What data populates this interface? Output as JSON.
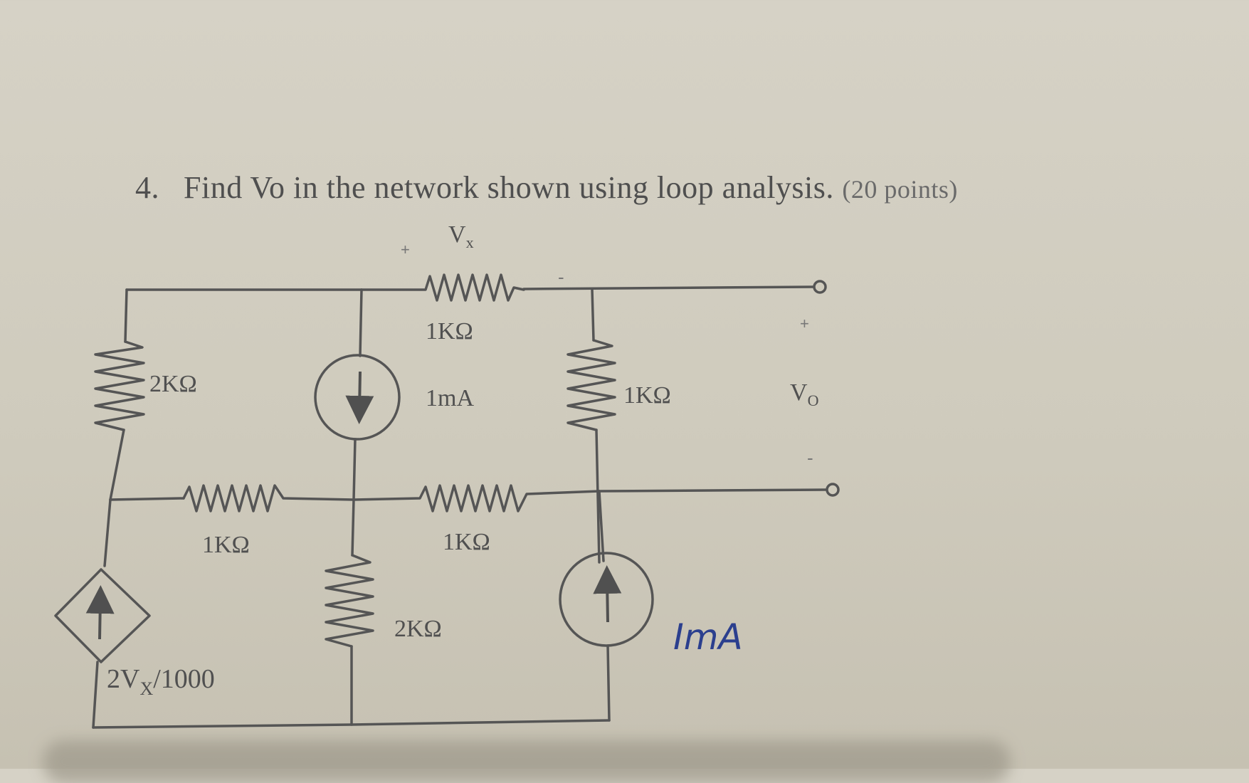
{
  "question": {
    "number": "4.",
    "text": "Find Vo in the network shown using loop analysis.",
    "points": "(20 points)"
  },
  "circuit": {
    "vx_label": "V",
    "vx_sub": "x",
    "vx_plus": "+",
    "vx_minus": "-",
    "r_top": "1KΩ",
    "r_left": "2KΩ",
    "current_source_top": "1mA",
    "r_right": "1KΩ",
    "vo_label": "V",
    "vo_sub": "O",
    "vo_plus": "+",
    "vo_minus": "-",
    "r_mid_left": "1KΩ",
    "r_mid_right": "1KΩ",
    "r_bottom_mid": "2KΩ",
    "dependent_source_main": "2V",
    "dependent_source_sub": "X",
    "dependent_source_tail": "/1000",
    "handwritten_note": "ImA",
    "colors": {
      "ink": "#505050",
      "handwriting": "#2b3f8e",
      "paper": "#d4d0c3"
    }
  }
}
